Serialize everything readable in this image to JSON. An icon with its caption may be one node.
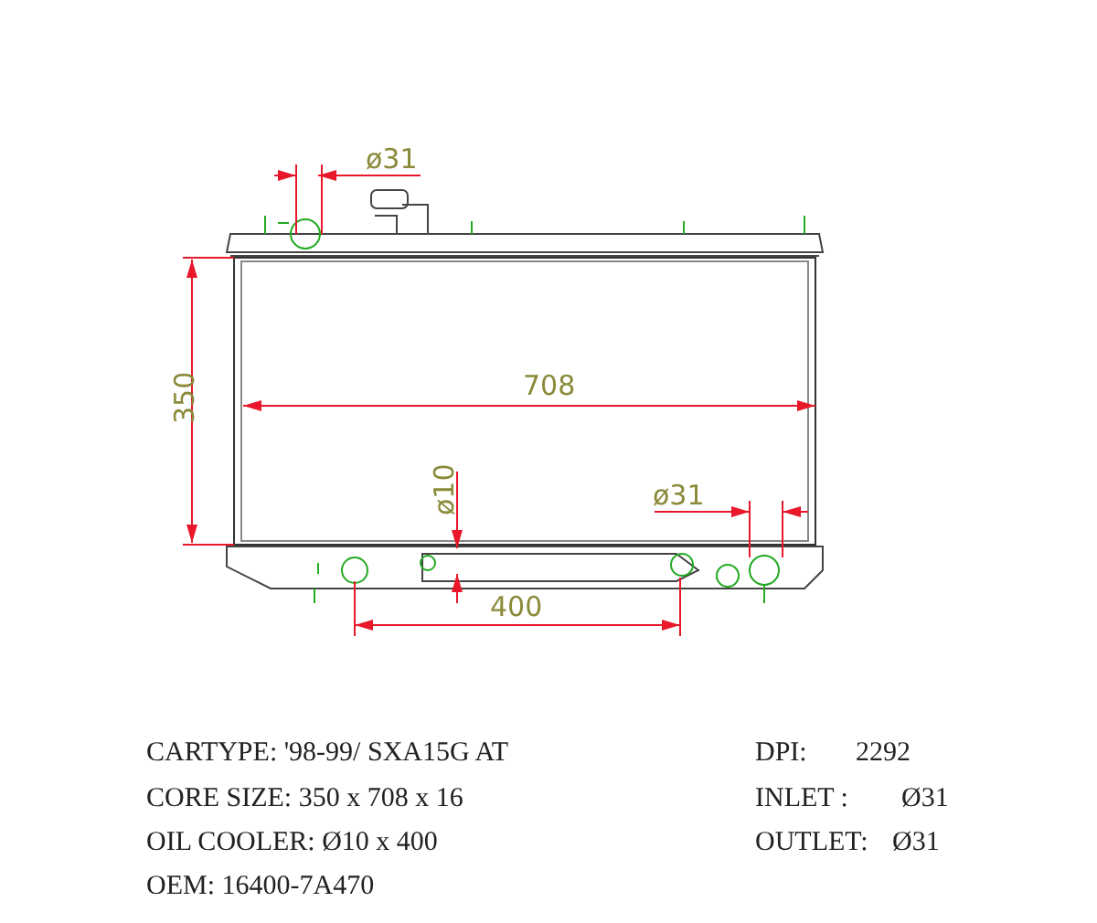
{
  "diagram": {
    "labels": [
      "ø31",
      "708",
      "350",
      "ø10",
      "ø31",
      "400",
      "CARTYPE: '98-99/ SXA15G AT",
      "DPI:",
      "2292",
      "CORE SIZE: 350 x 708 x 16",
      "INLET :",
      "Ø31",
      "OIL COOLER: Ø10 x 400",
      "OUTLET:",
      "Ø31",
      "OEM: 16400-7A470"
    ]
  }
}
